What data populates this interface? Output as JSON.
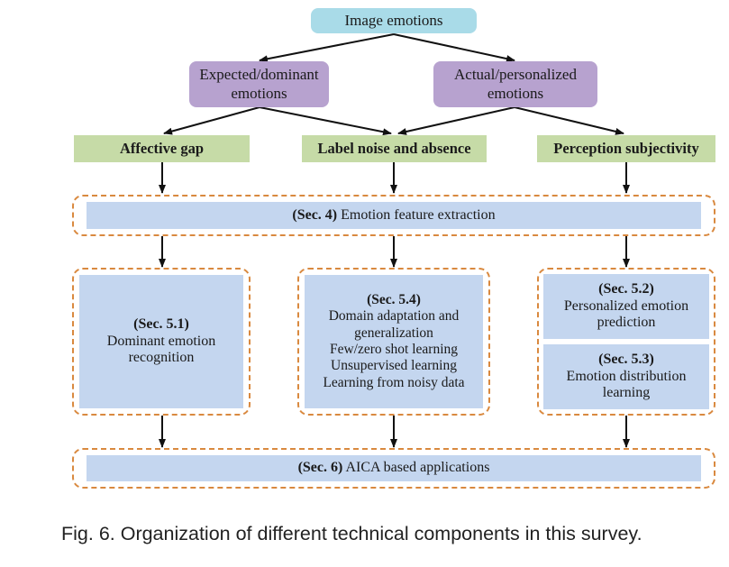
{
  "nodes": {
    "image_emotions": "Image emotions",
    "expected": [
      "Expected/dominant",
      "emotions"
    ],
    "actual": [
      "Actual/personalized",
      "emotions"
    ],
    "affective_gap": "Affective gap",
    "label_noise": "Label noise and absence",
    "perception": "Perception subjectivity",
    "sec4": {
      "ref": "(Sec. 4)",
      "text": " Emotion feature extraction"
    },
    "sec51": {
      "ref": "(Sec. 5.1)",
      "lines": [
        "Dominant emotion",
        "recognition"
      ]
    },
    "sec54": {
      "ref": "(Sec. 5.4)",
      "lines": [
        "Domain adaptation and",
        "generalization",
        "Few/zero shot learning",
        "Unsupervised learning",
        "Learning from noisy data"
      ]
    },
    "sec52": {
      "ref": "(Sec. 5.2)",
      "lines": [
        "Personalized emotion",
        "prediction"
      ]
    },
    "sec53": {
      "ref": "(Sec. 5.3)",
      "lines": [
        "Emotion distribution",
        "learning"
      ]
    },
    "sec6": {
      "ref": "(Sec. 6)",
      "text": " AICA based applications"
    }
  },
  "caption": "Fig. 6. Organization of different technical components in this survey.",
  "colors": {
    "teal": "#a9dbe8",
    "purple": "#b7a2cf",
    "green": "#c6dba7",
    "blue": "#c4d6ef",
    "dashed_border": "#d9893f",
    "arrow": "#111111"
  }
}
